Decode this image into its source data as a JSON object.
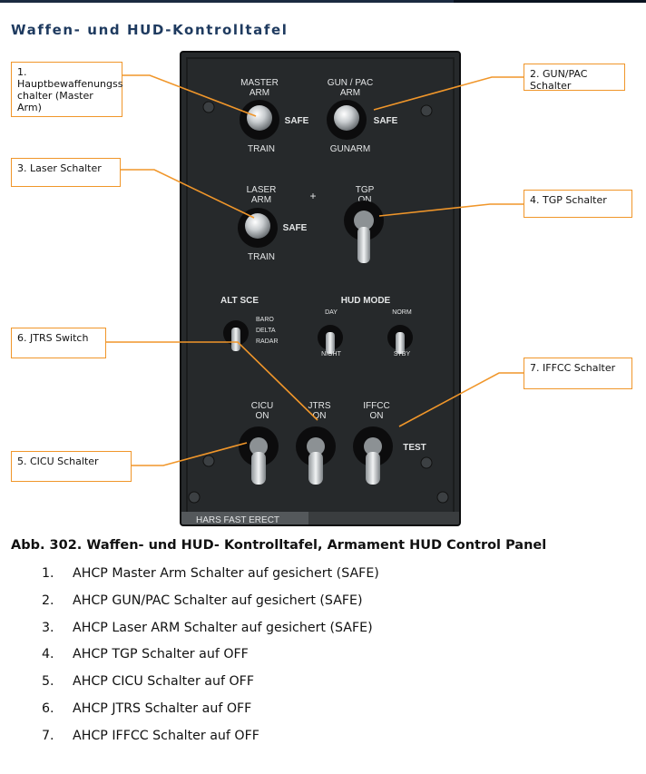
{
  "section": {
    "title": "Waffen- und HUD-Kontrolltafel"
  },
  "panel": {
    "labels": {
      "master_arm": [
        "MASTER",
        "ARM"
      ],
      "master_safe": "SAFE",
      "master_train": "TRAIN",
      "gun_pac": [
        "GUN / PAC",
        "ARM"
      ],
      "gun_safe": "SAFE",
      "gun_gunarm": "GUNARM",
      "laser_arm": [
        "LASER",
        "ARM"
      ],
      "laser_safe": "SAFE",
      "laser_train": "TRAIN",
      "plus": "+",
      "tgp_on": [
        "TGP",
        "ON"
      ],
      "alt_sce": "ALT SCE",
      "baro": "BARO",
      "delta": "DELTA",
      "radar": "RADAR",
      "hud_mode": "HUD MODE",
      "day": "DAY",
      "night": "NIGHT",
      "norm": "NORM",
      "stby": "STBY",
      "cicu_on": [
        "CICU",
        "ON"
      ],
      "jtrs_on": [
        "JTRS",
        "ON"
      ],
      "iffcc_on": [
        "IFFCC",
        "ON"
      ],
      "test": "TEST",
      "bottom_strip": "HARS FAST ERECT"
    }
  },
  "callouts": {
    "c1": "1. Hauptbewaffenungss chalter (Master Arm)",
    "c2": "2. GUN/PAC Schalter",
    "c3": "3. Laser Schalter",
    "c4": "4. TGP Schalter",
    "c5": "5. CICU Schalter",
    "c6": "6. JTRS Switch",
    "c7": "7. IFFCC Schalter"
  },
  "caption": "Abb. 302. Waffen- und HUD- Kontrolltafel, Armament HUD Control Panel",
  "steps": [
    {
      "num": "1.",
      "text": "AHCP Master Arm Schalter auf gesichert (SAFE)"
    },
    {
      "num": "2.",
      "text": "AHCP GUN/PAC Schalter auf gesichert (SAFE)"
    },
    {
      "num": "3.",
      "text": "AHCP Laser ARM Schalter auf gesichert (SAFE)"
    },
    {
      "num": "4.",
      "text": "AHCP TGP Schalter auf OFF"
    },
    {
      "num": "5.",
      "text": "AHCP CICU Schalter auf OFF"
    },
    {
      "num": "6.",
      "text": "AHCP JTRS Schalter auf OFF"
    },
    {
      "num": "7.",
      "text": "AHCP IFFCC Schalter auf OFF"
    }
  ],
  "colors": {
    "callout_line": "#f0962a",
    "title": "#1e3a5f",
    "panel": "#26292b"
  }
}
